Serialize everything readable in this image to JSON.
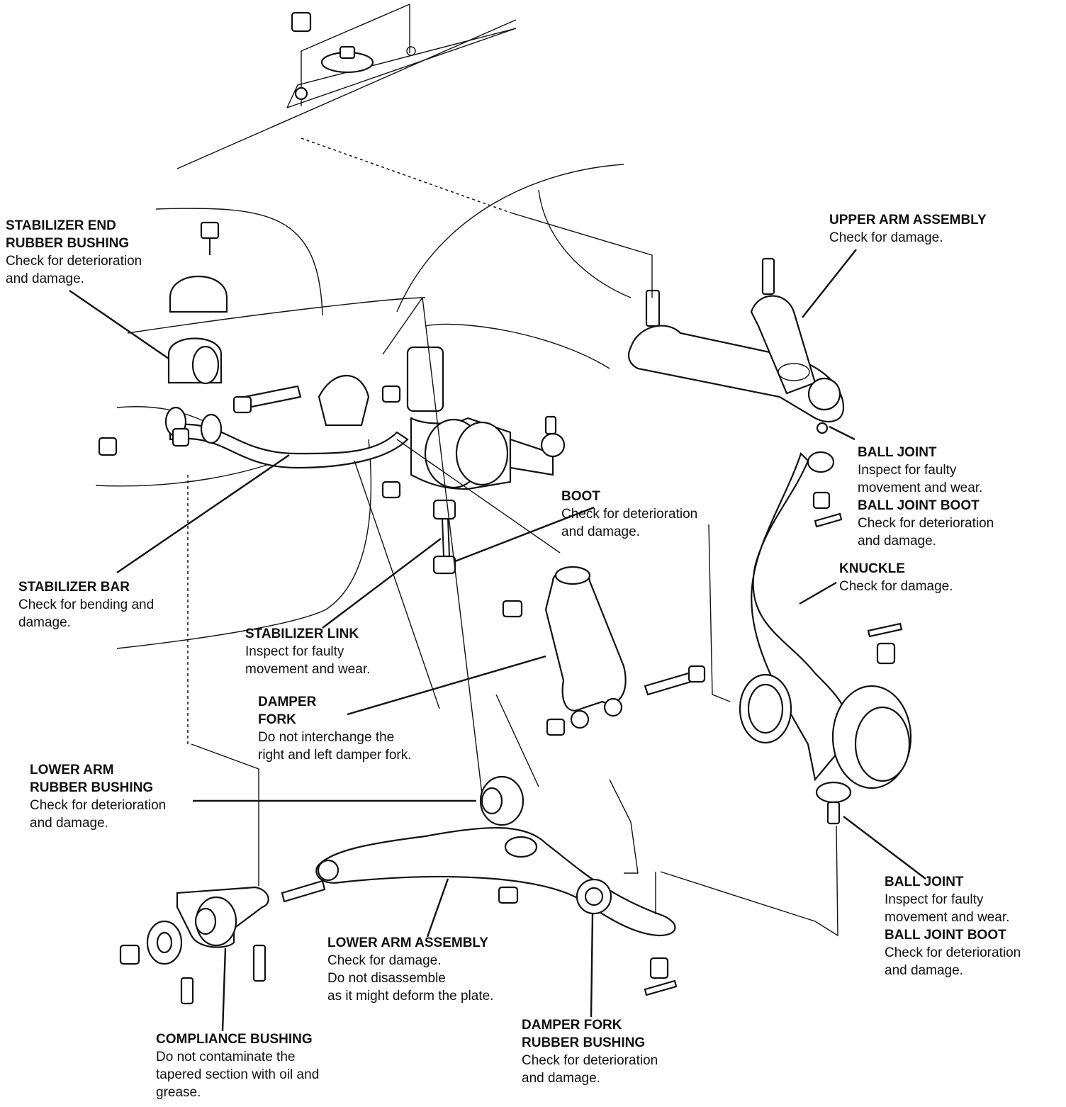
{
  "callouts": {
    "stab_end": {
      "title": "STABILIZER END\nRUBBER BUSHING",
      "desc": "Check for deterioration\nand damage."
    },
    "upper_arm": {
      "title": "UPPER ARM ASSEMBLY",
      "desc": "Check for damage."
    },
    "ball_joint_upper": {
      "title": "BALL JOINT",
      "desc": "Inspect for faulty\nmovement and wear.",
      "title2": "BALL JOINT BOOT",
      "desc2": "Check for deterioration\nand damage."
    },
    "boot": {
      "title": "BOOT",
      "desc": "Check for deterioration\nand damage."
    },
    "knuckle": {
      "title": "KNUCKLE",
      "desc": "Check for damage."
    },
    "stab_bar": {
      "title": "STABILIZER BAR",
      "desc": "Check for bending and\ndamage."
    },
    "stab_link": {
      "title": "STABILIZER LINK",
      "desc": "Inspect for faulty\nmovement and wear."
    },
    "damper_fork": {
      "title": "DAMPER\nFORK",
      "desc": "Do not interchange the\nright and left damper fork."
    },
    "lower_bushing": {
      "title": "LOWER ARM\nRUBBER BUSHING",
      "desc": "Check for deterioration\nand damage."
    },
    "ball_joint_lower": {
      "title": "BALL JOINT",
      "desc": "Inspect for faulty\nmovement and wear.",
      "title2": "BALL JOINT BOOT",
      "desc2": "Check for deterioration\nand damage."
    },
    "lower_arm": {
      "title": "LOWER ARM ASSEMBLY",
      "desc": "Check for damage.\nDo not disassemble\nas it might deform the plate."
    },
    "compliance": {
      "title": "COMPLIANCE BUSHING",
      "desc": "Do not contaminate the\ntapered section with oil and\ngrease."
    },
    "fork_bushing": {
      "title": "DAMPER FORK\nRUBBER BUSHING",
      "desc": "Check for deterioration\nand damage."
    }
  }
}
